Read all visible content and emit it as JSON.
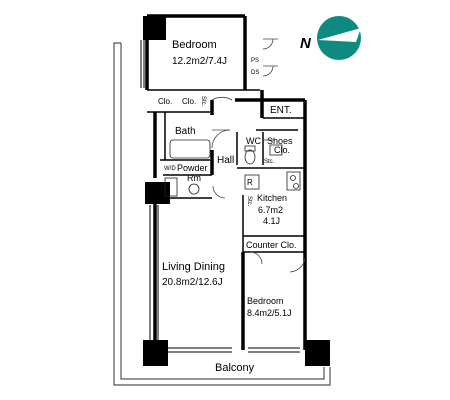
{
  "rooms": {
    "bedroom1": {
      "name": "Bedroom",
      "size": "12.2m2/7.4J"
    },
    "ps": "PS",
    "ds": "DS",
    "clo_a": "Clo.",
    "clo_b": "Clo.",
    "stc_top": "Stc.",
    "ent": "ENT.",
    "bath": "Bath",
    "wc": "WC",
    "shoes": {
      "line1": "Shoes",
      "line2": "Clo."
    },
    "stc_shoes": "Stc.",
    "hall": "Hall",
    "wd": "W/D",
    "powder": {
      "line1": "Powder",
      "line2": "Rm"
    },
    "r": "R",
    "kitchen": {
      "name": "Kitchen",
      "size1": "6.7m2",
      "size2": "4.1J"
    },
    "stc_kitchen": "Stc.",
    "counter_clo": "Counter Clo.",
    "living": {
      "name": "Living Dining",
      "size": "20.8m2/12.6J"
    },
    "bedroom2": {
      "name": "Bedroom",
      "size": "8.4m2/5.1J"
    },
    "balcony": "Balcony"
  },
  "compass": {
    "letter": "N",
    "color": "#0f8a80"
  }
}
